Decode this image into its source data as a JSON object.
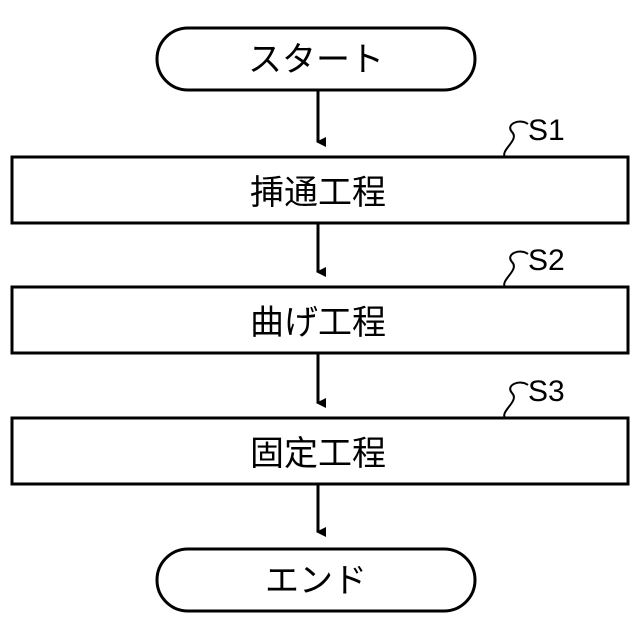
{
  "start": {
    "label": "スタート"
  },
  "steps": [
    {
      "id": "S1",
      "label": "挿通工程"
    },
    {
      "id": "S2",
      "label": "曲げ工程"
    },
    {
      "id": "S3",
      "label": "固定工程"
    }
  ],
  "end": {
    "label": "エンド"
  }
}
